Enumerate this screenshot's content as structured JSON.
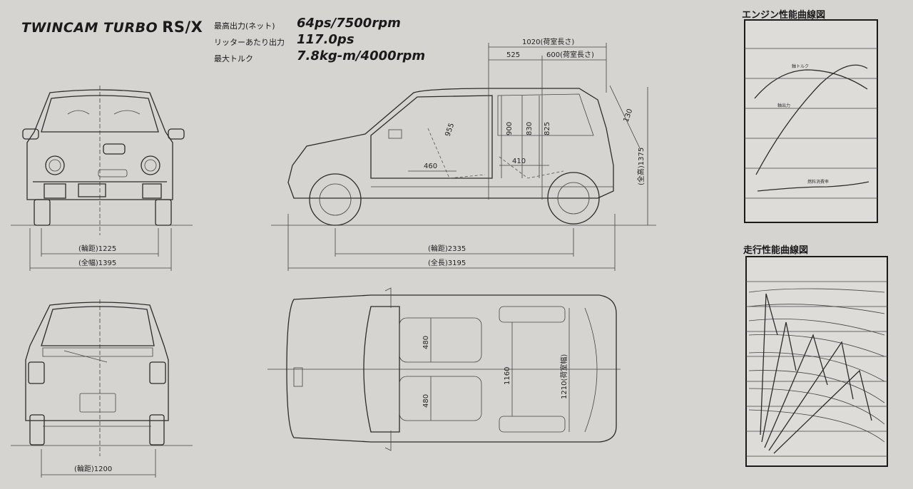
{
  "header": {
    "title": "TWINCAM TURBO",
    "model": "RS/X"
  },
  "specs": [
    {
      "label": "最高出力(ネット)",
      "value": "64ps/7500rpm"
    },
    {
      "label": "リッターあたり出力",
      "value": "117.0ps"
    },
    {
      "label": "最大トルク",
      "value": "7.8kg-m/4000rpm"
    }
  ],
  "dimensions": {
    "front_track": "(輪距)1225",
    "overall_width": "(全幅)1395",
    "rear_track": "(輪距)1200",
    "wheelbase": "(輪距)2335",
    "overall_length": "(全長)3195",
    "overall_height": "(全高)1375",
    "cargo_length_1020": "1020(荷室長さ)",
    "cargo_length_600": "600(荷室長さ)",
    "d525": "525",
    "d955": "955",
    "d900": "900",
    "d830": "830",
    "d825": "825",
    "d460": "460",
    "d410": "410",
    "d130": "130",
    "d480a": "480",
    "d480b": "480",
    "d1160": "1160",
    "cargo_width": "1210(荷室幅)"
  },
  "graphs": {
    "engine_title": "エンジン性能曲線図",
    "running_title": "走行性能曲線図",
    "engine_labels": {
      "torque": "軸トルク",
      "power": "軸出力",
      "fuel": "燃料消費率"
    }
  }
}
